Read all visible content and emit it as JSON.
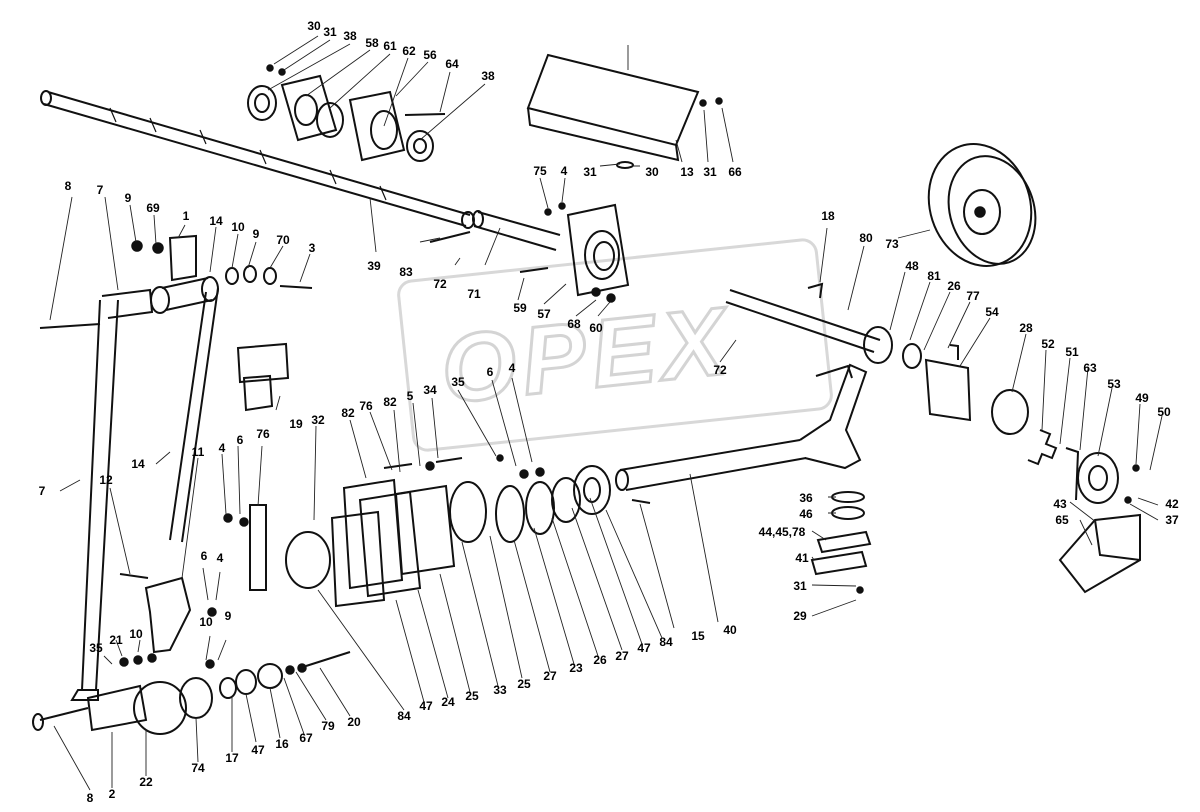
{
  "watermark": "OPEX",
  "callouts": [
    {
      "id": "c1",
      "text": "30"
    },
    {
      "id": "c2",
      "text": "31"
    },
    {
      "id": "c3",
      "text": "38"
    },
    {
      "id": "c4",
      "text": "58"
    },
    {
      "id": "c5",
      "text": "61"
    },
    {
      "id": "c6",
      "text": "62"
    },
    {
      "id": "c7",
      "text": "56"
    },
    {
      "id": "c8",
      "text": "64"
    },
    {
      "id": "c9",
      "text": "38"
    },
    {
      "id": "c10",
      "text": "13"
    },
    {
      "id": "c11",
      "text": "31"
    },
    {
      "id": "c12",
      "text": "66"
    },
    {
      "id": "c13",
      "text": "31"
    },
    {
      "id": "c14",
      "text": "30"
    },
    {
      "id": "c15",
      "text": "75"
    },
    {
      "id": "c16",
      "text": "4"
    },
    {
      "id": "c17",
      "text": "18"
    },
    {
      "id": "c18",
      "text": "80"
    },
    {
      "id": "c19",
      "text": "73"
    },
    {
      "id": "c20",
      "text": "8"
    },
    {
      "id": "c21",
      "text": "7"
    },
    {
      "id": "c22",
      "text": "9"
    },
    {
      "id": "c23",
      "text": "69"
    },
    {
      "id": "c24",
      "text": "1"
    },
    {
      "id": "c25",
      "text": "14"
    },
    {
      "id": "c26",
      "text": "10"
    },
    {
      "id": "c27",
      "text": "9"
    },
    {
      "id": "c28",
      "text": "70"
    },
    {
      "id": "c29",
      "text": "3"
    },
    {
      "id": "c30",
      "text": "39"
    },
    {
      "id": "c31",
      "text": "83"
    },
    {
      "id": "c32",
      "text": "72"
    },
    {
      "id": "c33",
      "text": "71"
    },
    {
      "id": "c34",
      "text": "59"
    },
    {
      "id": "c35",
      "text": "57"
    },
    {
      "id": "c36",
      "text": "68"
    },
    {
      "id": "c37",
      "text": "60"
    },
    {
      "id": "c38",
      "text": "72"
    },
    {
      "id": "c39",
      "text": "48"
    },
    {
      "id": "c40",
      "text": "81"
    },
    {
      "id": "c41",
      "text": "26"
    },
    {
      "id": "c42",
      "text": "77"
    },
    {
      "id": "c43",
      "text": "54"
    },
    {
      "id": "c44",
      "text": "28"
    },
    {
      "id": "c45",
      "text": "52"
    },
    {
      "id": "c46",
      "text": "51"
    },
    {
      "id": "c47",
      "text": "63"
    },
    {
      "id": "c48",
      "text": "53"
    },
    {
      "id": "c49",
      "text": "49"
    },
    {
      "id": "c50",
      "text": "50"
    },
    {
      "id": "c51",
      "text": "19"
    },
    {
      "id": "c52",
      "text": "32"
    },
    {
      "id": "c53",
      "text": "82"
    },
    {
      "id": "c54",
      "text": "76"
    },
    {
      "id": "c55",
      "text": "82"
    },
    {
      "id": "c56",
      "text": "5"
    },
    {
      "id": "c57",
      "text": "34"
    },
    {
      "id": "c58",
      "text": "35"
    },
    {
      "id": "c59",
      "text": "6"
    },
    {
      "id": "c60",
      "text": "4"
    },
    {
      "id": "c61",
      "text": "14"
    },
    {
      "id": "c62",
      "text": "11"
    },
    {
      "id": "c63",
      "text": "4"
    },
    {
      "id": "c64",
      "text": "6"
    },
    {
      "id": "c65",
      "text": "76"
    },
    {
      "id": "c66",
      "text": "7"
    },
    {
      "id": "c67",
      "text": "12"
    },
    {
      "id": "c68",
      "text": "36"
    },
    {
      "id": "c69",
      "text": "46"
    },
    {
      "id": "c70",
      "text": "44,45,78"
    },
    {
      "id": "c71",
      "text": "41"
    },
    {
      "id": "c72",
      "text": "31"
    },
    {
      "id": "c73",
      "text": "29"
    },
    {
      "id": "c74",
      "text": "43"
    },
    {
      "id": "c75",
      "text": "65"
    },
    {
      "id": "c76",
      "text": "42"
    },
    {
      "id": "c77",
      "text": "37"
    },
    {
      "id": "c78",
      "text": "6"
    },
    {
      "id": "c79",
      "text": "4"
    },
    {
      "id": "c80",
      "text": "10"
    },
    {
      "id": "c81",
      "text": "9"
    },
    {
      "id": "c82",
      "text": "35"
    },
    {
      "id": "c83",
      "text": "21"
    },
    {
      "id": "c84",
      "text": "10"
    },
    {
      "id": "c85",
      "text": "40"
    },
    {
      "id": "c86",
      "text": "15"
    },
    {
      "id": "c87",
      "text": "84"
    },
    {
      "id": "c88",
      "text": "47"
    },
    {
      "id": "c89",
      "text": "27"
    },
    {
      "id": "c90",
      "text": "26"
    },
    {
      "id": "c91",
      "text": "23"
    },
    {
      "id": "c92",
      "text": "27"
    },
    {
      "id": "c93",
      "text": "25"
    },
    {
      "id": "c94",
      "text": "33"
    },
    {
      "id": "c95",
      "text": "25"
    },
    {
      "id": "c96",
      "text": "24"
    },
    {
      "id": "c97",
      "text": "47"
    },
    {
      "id": "c98",
      "text": "84"
    },
    {
      "id": "c99",
      "text": "20"
    },
    {
      "id": "c100",
      "text": "79"
    },
    {
      "id": "c101",
      "text": "67"
    },
    {
      "id": "c102",
      "text": "16"
    },
    {
      "id": "c103",
      "text": "47"
    },
    {
      "id": "c104",
      "text": "17"
    },
    {
      "id": "c105",
      "text": "74"
    },
    {
      "id": "c106",
      "text": "22"
    },
    {
      "id": "c107",
      "text": "2"
    },
    {
      "id": "c108",
      "text": "8"
    }
  ]
}
